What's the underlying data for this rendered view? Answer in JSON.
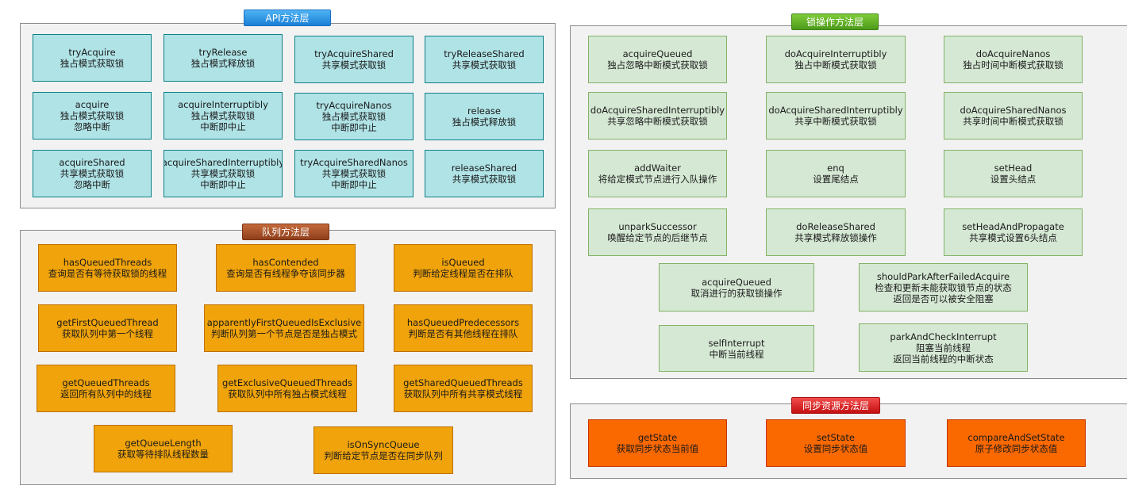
{
  "api_layer": {
    "title": "API方法层",
    "nodes": [
      {
        "name": "tryAcquire",
        "lines": [
          "独占模式获取锁"
        ]
      },
      {
        "name": "tryRelease",
        "lines": [
          "独占模式释放锁"
        ]
      },
      {
        "name": "tryAcquireShared",
        "lines": [
          "共享模式获取锁"
        ]
      },
      {
        "name": "tryReleaseShared",
        "lines": [
          "共享模式获取锁"
        ]
      },
      {
        "name": "acquire",
        "lines": [
          "独占模式获取锁",
          "忽略中断"
        ]
      },
      {
        "name": "acquireInterruptibly",
        "lines": [
          "独占模式获取锁",
          "中断即中止"
        ]
      },
      {
        "name": "tryAcquireNanos",
        "lines": [
          "独占模式获取锁",
          "中断即中止"
        ]
      },
      {
        "name": "release",
        "lines": [
          "独占模式释放锁"
        ]
      },
      {
        "name": "acquireShared",
        "lines": [
          "共享模式获取锁",
          "忽略中断"
        ]
      },
      {
        "name": "acquireSharedInterruptibly",
        "lines": [
          "共享模式获取锁",
          "中断即中止"
        ]
      },
      {
        "name": "tryAcquireSharedNanos",
        "lines": [
          "共享模式获取锁",
          "中断即中止"
        ]
      },
      {
        "name": "releaseShared",
        "lines": [
          "共享模式获取锁"
        ]
      }
    ]
  },
  "queue_layer": {
    "title": "队列方法层",
    "nodes": [
      {
        "name": "hasQueuedThreads",
        "lines": [
          "查询是否有等待获取锁的线程"
        ]
      },
      {
        "name": "hasContended",
        "lines": [
          "查询是否有线程争夺该同步器"
        ]
      },
      {
        "name": "isQueued",
        "lines": [
          "判断给定线程是否在排队"
        ]
      },
      {
        "name": "getFirstQueuedThread",
        "lines": [
          "获取队列中第一个线程"
        ]
      },
      {
        "name": "apparentlyFirstQueuedIsExclusive",
        "lines": [
          "判断队列第一个节点是否是独占模式"
        ]
      },
      {
        "name": "hasQueuedPredecessors",
        "lines": [
          "判断是否有其他线程在排队"
        ]
      },
      {
        "name": "getQueuedThreads",
        "lines": [
          "返回所有队列中的线程"
        ]
      },
      {
        "name": "getExclusiveQueuedThreads",
        "lines": [
          "获取队列中所有独占模式线程"
        ]
      },
      {
        "name": "getSharedQueuedThreads",
        "lines": [
          "获取队列中所有共享模式线程"
        ]
      },
      {
        "name": "getQueueLength",
        "lines": [
          "获取等待排队线程数量"
        ]
      },
      {
        "name": "isOnSyncQueue",
        "lines": [
          "判断给定节点是否在同步队列"
        ]
      }
    ]
  },
  "lock_layer": {
    "title": "锁操作方法层",
    "nodes": [
      {
        "name": "acquireQueued",
        "lines": [
          "独占忽略中断模式获取锁"
        ]
      },
      {
        "name": "doAcquireInterruptibly",
        "lines": [
          "独占中断模式获取锁"
        ]
      },
      {
        "name": "doAcquireNanos",
        "lines": [
          "独占时间中断模式获取锁"
        ]
      },
      {
        "name": "doAcquireSharedInterruptibly",
        "lines": [
          "共享忽略中断模式获取锁"
        ]
      },
      {
        "name": "doAcquireSharedInterruptibly",
        "lines": [
          "共享中断模式获取锁"
        ]
      },
      {
        "name": "doAcquireSharedNanos",
        "lines": [
          "共享时间中断模式获取锁"
        ]
      },
      {
        "name": "addWaiter",
        "lines": [
          "将给定模式节点进行入队操作"
        ]
      },
      {
        "name": "enq",
        "lines": [
          "设置尾结点"
        ]
      },
      {
        "name": "setHead",
        "lines": [
          "设置头结点"
        ]
      },
      {
        "name": "unparkSuccessor",
        "lines": [
          "唤醒给定节点的后继节点"
        ]
      },
      {
        "name": "doReleaseShared",
        "lines": [
          "共享模式释放锁操作"
        ]
      },
      {
        "name": "setHeadAndPropagate",
        "lines": [
          "共享模式设置6头结点"
        ]
      },
      {
        "name": "acquireQueued",
        "lines": [
          "取消进行的获取锁操作"
        ]
      },
      {
        "name": "shouldParkAfterFailedAcquire",
        "lines": [
          "检查和更新未能获取锁节点的状态",
          "返回是否可以被安全阻塞"
        ]
      },
      {
        "name": "selfInterrupt",
        "lines": [
          "中断当前线程"
        ]
      },
      {
        "name": "parkAndCheckInterrupt",
        "lines": [
          "阻塞当前线程",
          "返回当前线程的中断状态"
        ]
      }
    ]
  },
  "state_layer": {
    "title": "同步资源方法层",
    "nodes": [
      {
        "name": "getState",
        "lines": [
          "获取同步状态当前值"
        ]
      },
      {
        "name": "setState",
        "lines": [
          "设置同步状态值"
        ]
      },
      {
        "name": "compareAndSetState",
        "lines": [
          "原子修改同步状态值"
        ]
      }
    ]
  }
}
